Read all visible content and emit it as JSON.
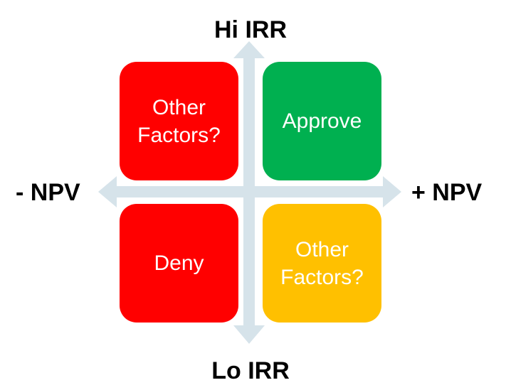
{
  "axes": {
    "top_label": "Hi IRR",
    "bottom_label": "Lo IRR",
    "left_label": "- NPV",
    "right_label": "+ NPV",
    "arrow_color": "#d6e3ea"
  },
  "quadrants": {
    "top_left": {
      "line1": "Other",
      "line2": "Factors?",
      "color": "#ff0000"
    },
    "top_right": {
      "label": "Approve",
      "color": "#00b050"
    },
    "bottom_left": {
      "label": "Deny",
      "color": "#ff0000"
    },
    "bottom_right": {
      "line1": "Other",
      "line2": "Factors?",
      "color": "#ffc000"
    }
  }
}
